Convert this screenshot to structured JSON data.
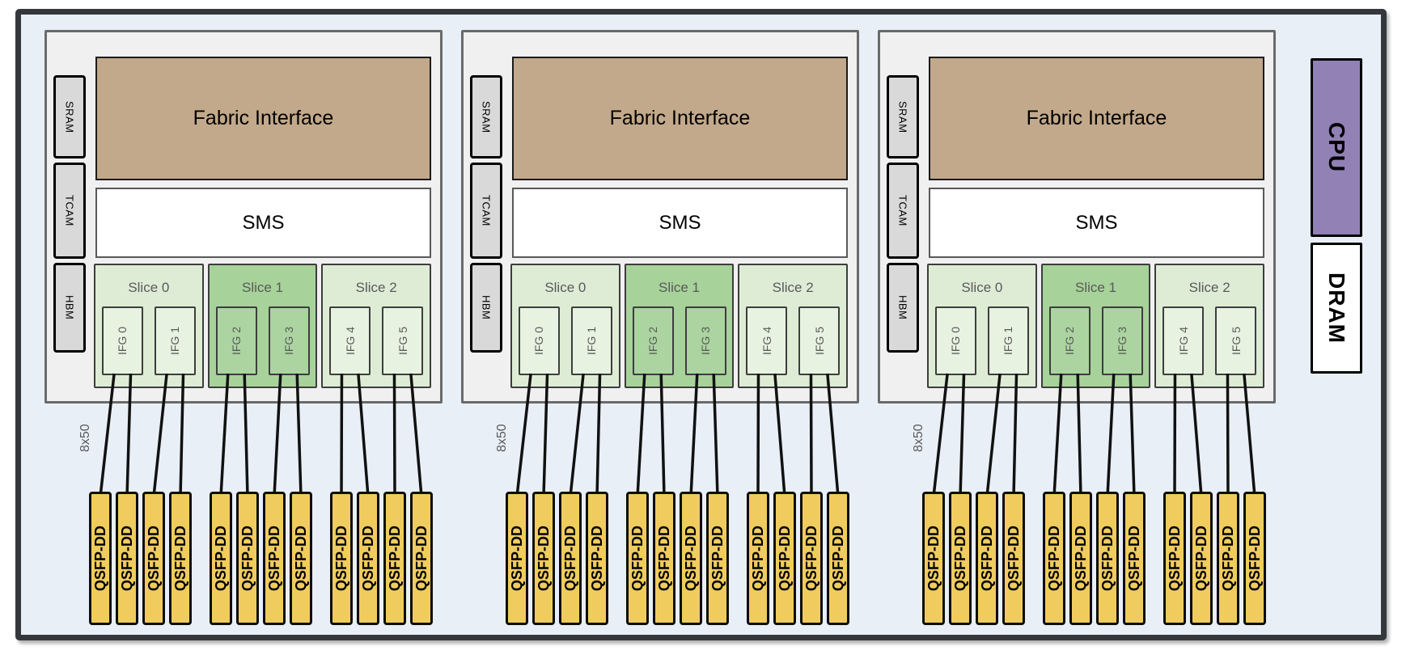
{
  "diagram": {
    "cpu_label": "CPU",
    "dram_label": "DRAM",
    "colors": {
      "outer_background": "#e9eff7",
      "outer_border": "#34383c",
      "chip_background": "#f0f0f0",
      "chip_border": "#6a6a6a",
      "fabric_fill": "#c2a98b",
      "sms_fill": "#ffffff",
      "memory_fill": "#d9d9d9",
      "slice_light_fill": "#deecd6",
      "slice_dark_fill": "#a7d29a",
      "qsfp_fill": "#f0cc5e",
      "cpu_fill": "#9181b5",
      "dram_fill": "#ffffff",
      "wire": "#111111",
      "muted_text": "#595959"
    },
    "blocks": [
      {
        "fabric_label": "Fabric Interface",
        "sms_label": "SMS",
        "memories": [
          {
            "label": "SRAM"
          },
          {
            "label": "TCAM"
          },
          {
            "label": "HBM"
          }
        ],
        "slices": [
          {
            "label": "Slice 0",
            "variant": "light",
            "ifgs": [
              {
                "label": "IFG 0"
              },
              {
                "label": "IFG 1"
              }
            ]
          },
          {
            "label": "Slice 1",
            "variant": "dark",
            "ifgs": [
              {
                "label": "IFG 2"
              },
              {
                "label": "IFG 3"
              }
            ]
          },
          {
            "label": "Slice 2",
            "variant": "light",
            "ifgs": [
              {
                "label": "IFG 4"
              },
              {
                "label": "IFG 5"
              }
            ]
          }
        ],
        "link_label": "8x50",
        "transceivers": [
          "QSFP-DD",
          "QSFP-DD",
          "QSFP-DD",
          "QSFP-DD",
          "QSFP-DD",
          "QSFP-DD",
          "QSFP-DD",
          "QSFP-DD",
          "QSFP-DD",
          "QSFP-DD",
          "QSFP-DD",
          "QSFP-DD"
        ]
      },
      {
        "fabric_label": "Fabric Interface",
        "sms_label": "SMS",
        "memories": [
          {
            "label": "SRAM"
          },
          {
            "label": "TCAM"
          },
          {
            "label": "HBM"
          }
        ],
        "slices": [
          {
            "label": "Slice 0",
            "variant": "light",
            "ifgs": [
              {
                "label": "IFG 0"
              },
              {
                "label": "IFG 1"
              }
            ]
          },
          {
            "label": "Slice 1",
            "variant": "dark",
            "ifgs": [
              {
                "label": "IFG 2"
              },
              {
                "label": "IFG 3"
              }
            ]
          },
          {
            "label": "Slice 2",
            "variant": "light",
            "ifgs": [
              {
                "label": "IFG 4"
              },
              {
                "label": "IFG 5"
              }
            ]
          }
        ],
        "link_label": "8x50",
        "transceivers": [
          "QSFP-DD",
          "QSFP-DD",
          "QSFP-DD",
          "QSFP-DD",
          "QSFP-DD",
          "QSFP-DD",
          "QSFP-DD",
          "QSFP-DD",
          "QSFP-DD",
          "QSFP-DD",
          "QSFP-DD",
          "QSFP-DD"
        ]
      },
      {
        "fabric_label": "Fabric Interface",
        "sms_label": "SMS",
        "memories": [
          {
            "label": "SRAM"
          },
          {
            "label": "TCAM"
          },
          {
            "label": "HBM"
          }
        ],
        "slices": [
          {
            "label": "Slice 0",
            "variant": "light",
            "ifgs": [
              {
                "label": "IFG 0"
              },
              {
                "label": "IFG 1"
              }
            ]
          },
          {
            "label": "Slice 1",
            "variant": "dark",
            "ifgs": [
              {
                "label": "IFG 2"
              },
              {
                "label": "IFG 3"
              }
            ]
          },
          {
            "label": "Slice 2",
            "variant": "light",
            "ifgs": [
              {
                "label": "IFG 4"
              },
              {
                "label": "IFG 5"
              }
            ]
          }
        ],
        "link_label": "8x50",
        "transceivers": [
          "QSFP-DD",
          "QSFP-DD",
          "QSFP-DD",
          "QSFP-DD",
          "QSFP-DD",
          "QSFP-DD",
          "QSFP-DD",
          "QSFP-DD",
          "QSFP-DD",
          "QSFP-DD",
          "QSFP-DD",
          "QSFP-DD"
        ]
      }
    ]
  }
}
